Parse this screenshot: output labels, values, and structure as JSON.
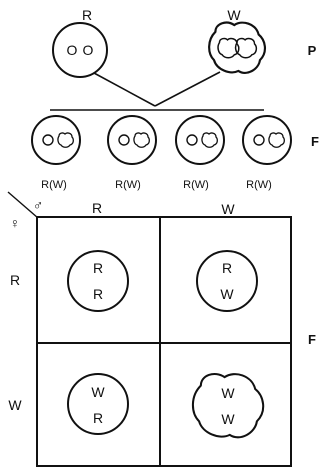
{
  "parents": [
    {
      "label": "R",
      "alleles": [
        "O",
        "O"
      ]
    },
    {
      "label": "W"
    }
  ],
  "generation_labels": {
    "p": "P",
    "f1": "F",
    "f2": "F"
  },
  "f1_offspring": [
    {
      "label": "R(W)"
    },
    {
      "label": "R(W)"
    },
    {
      "label": "R(W)"
    },
    {
      "label": "R(W)"
    }
  ],
  "punnett": {
    "female_symbol": "♀",
    "male_symbol": "♂",
    "col_headers": [
      "R",
      "W"
    ],
    "row_headers": [
      "R",
      "W"
    ],
    "cells": [
      {
        "top": "R",
        "bottom": "R",
        "shape": "round"
      },
      {
        "top": "R",
        "bottom": "W",
        "shape": "round"
      },
      {
        "top": "W",
        "bottom": "R",
        "shape": "round"
      },
      {
        "top": "W",
        "bottom": "W",
        "shape": "wrinkled"
      }
    ]
  }
}
